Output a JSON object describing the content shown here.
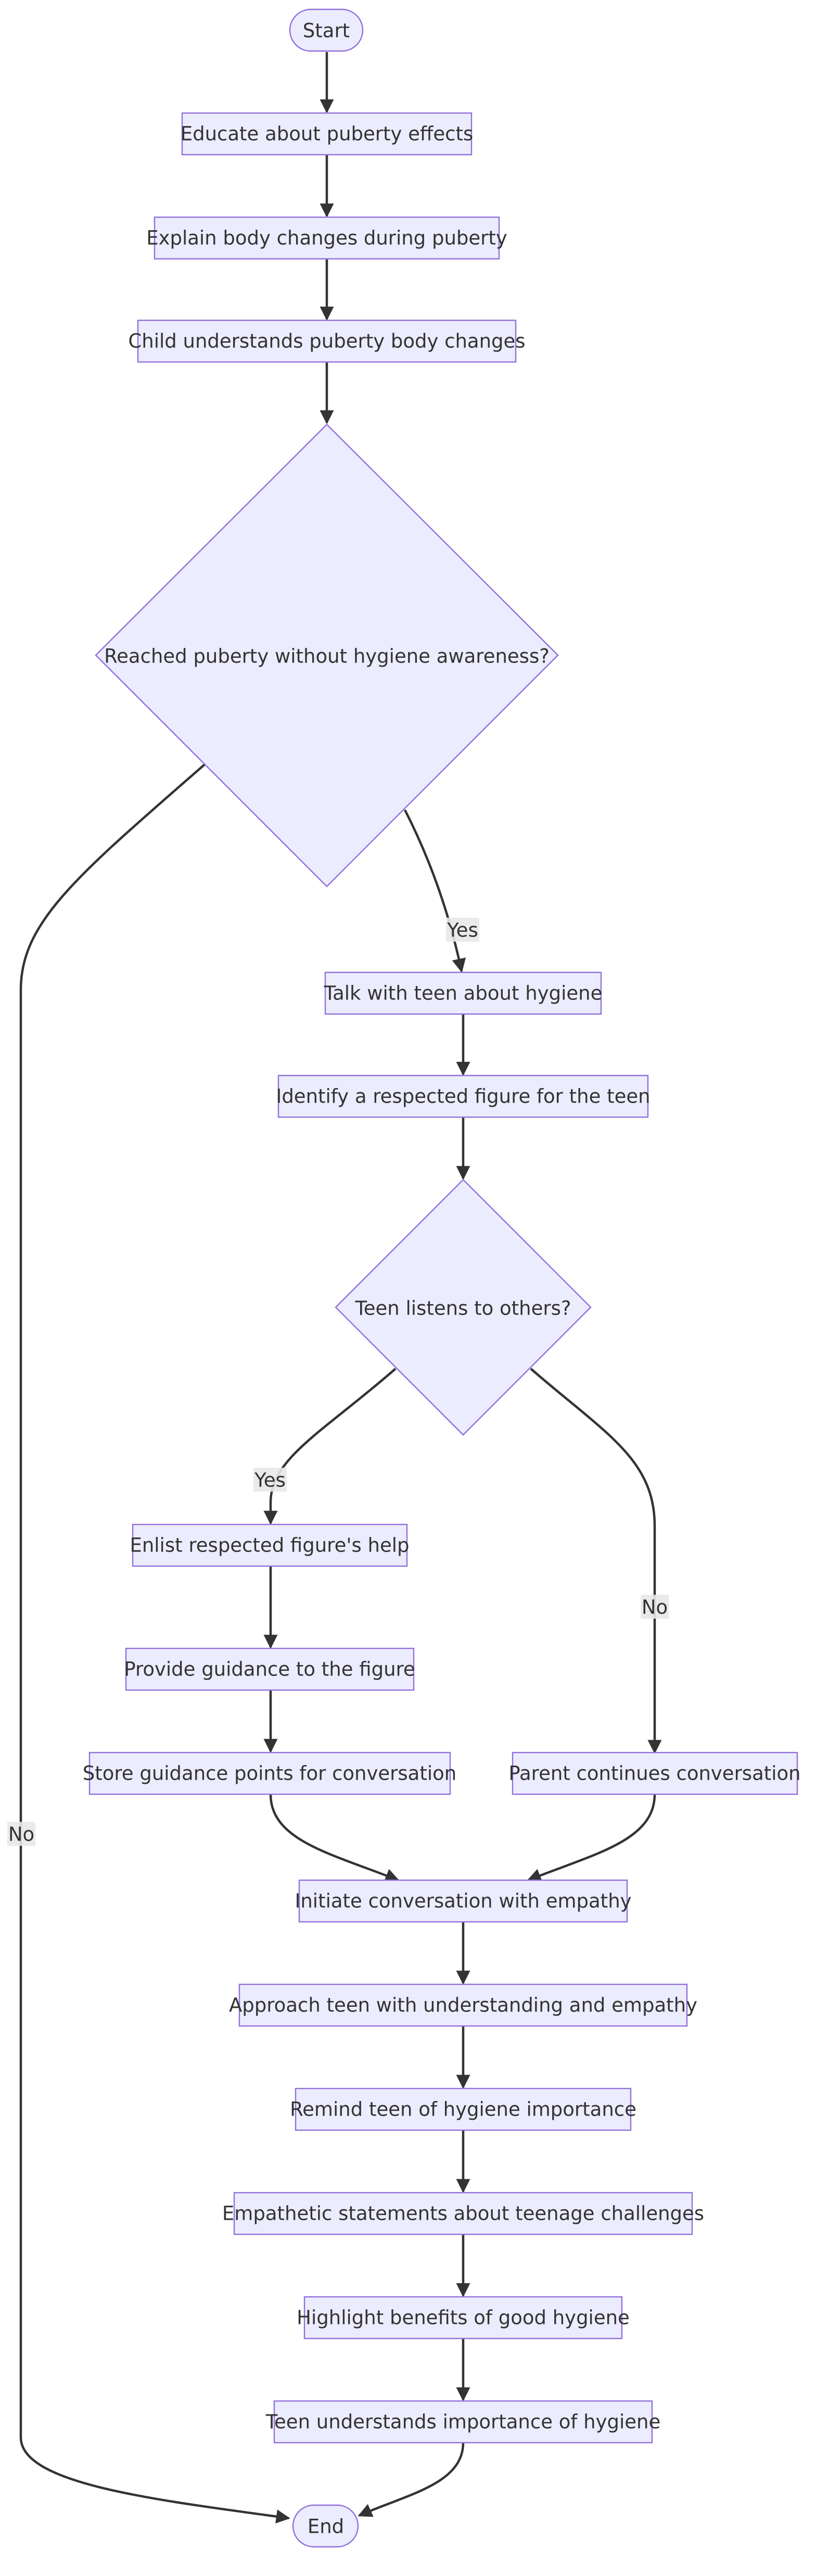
{
  "diagram": {
    "colors": {
      "node_fill": "#ECECFF",
      "node_stroke": "#9370DB",
      "edge": "#333333",
      "text": "#333333",
      "label_bg": "#e8e8e8"
    },
    "nodes": {
      "start": "Start",
      "educate": "Educate about puberty effects",
      "explain": "Explain body changes during puberty",
      "understands_changes": "Child understands puberty body changes",
      "decision_hygiene": "Reached puberty without hygiene awareness?",
      "talk": "Talk with teen about hygiene",
      "identify": "Identify a respected figure for the teen",
      "decision_listens": "Teen listens to others?",
      "enlist": "Enlist respected figure's help",
      "guidance": "Provide guidance to the figure",
      "store": "Store guidance points for conversation",
      "parent_continues": "Parent continues conversation",
      "initiate": "Initiate conversation with empathy",
      "approach": "Approach teen with understanding and empathy",
      "remind": "Remind teen of hygiene importance",
      "empathetic": "Empathetic statements about teenage challenges",
      "highlight": "Highlight benefits of good hygiene",
      "teen_understands": "Teen understands importance of hygiene",
      "end": "End"
    },
    "edge_labels": {
      "hygiene_yes": "Yes",
      "hygiene_no": "No",
      "listens_yes": "Yes",
      "listens_no": "No"
    }
  }
}
